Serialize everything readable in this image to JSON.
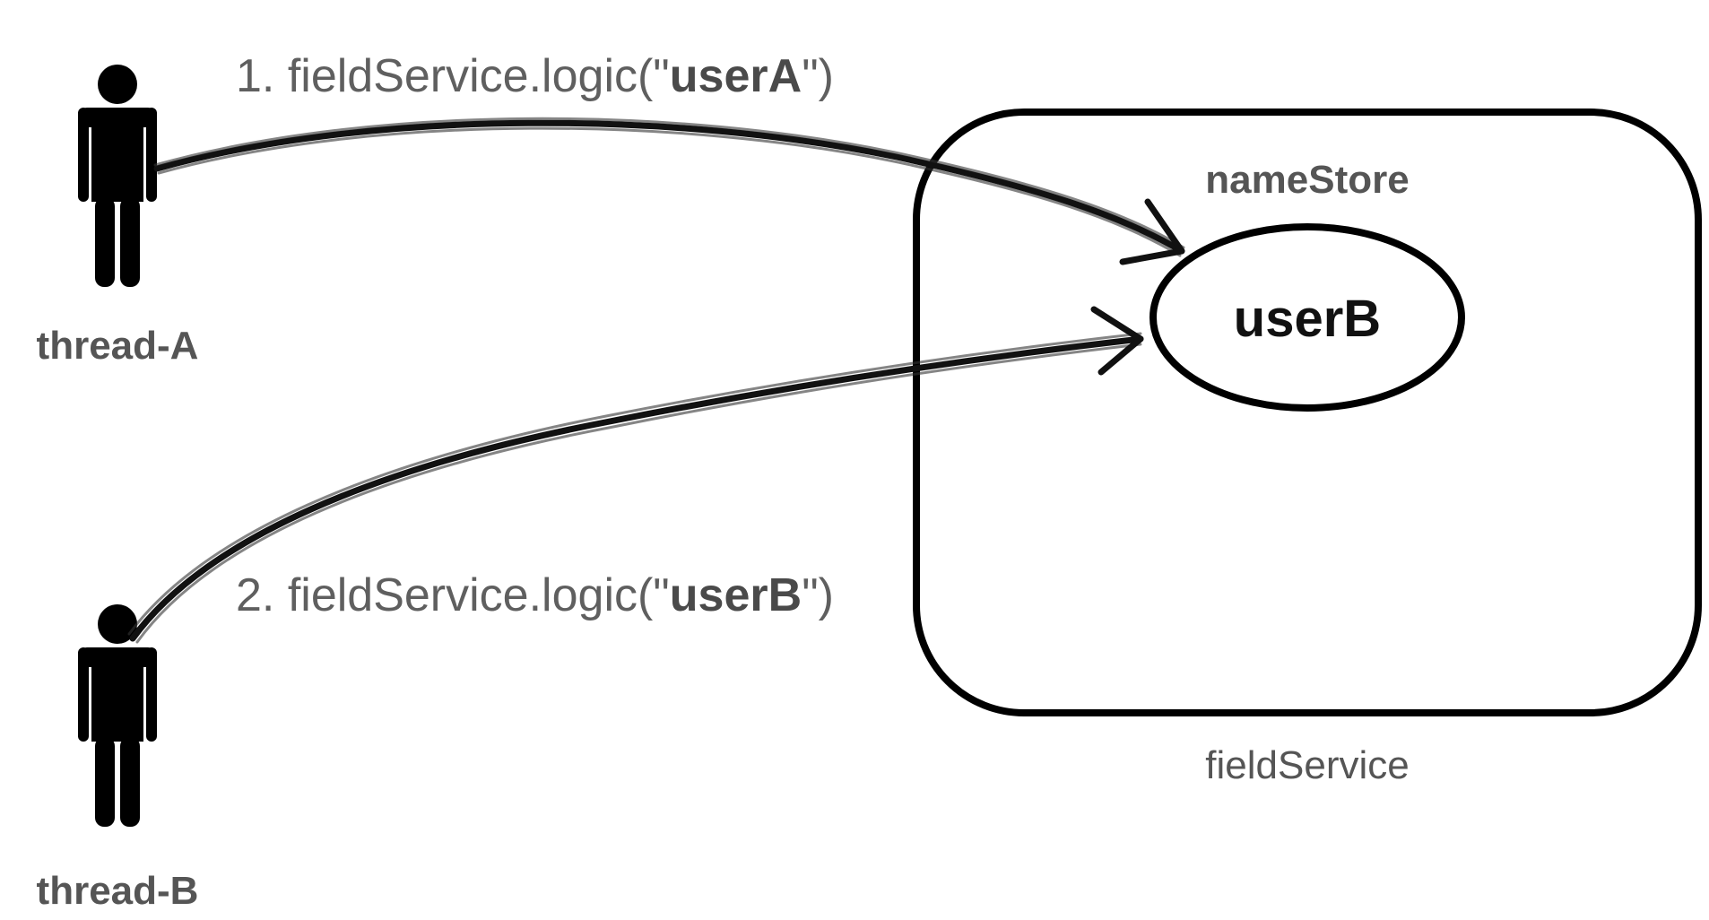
{
  "actors": [
    {
      "id": "a",
      "label": "thread-A"
    },
    {
      "id": "b",
      "label": "thread-B"
    }
  ],
  "calls": [
    {
      "prefix": "1. fieldService.logic(\"",
      "arg": "userA",
      "suffix": "\")"
    },
    {
      "prefix": "2. fieldService.logic(\"",
      "arg": "userB",
      "suffix": "\")"
    }
  ],
  "service": {
    "label": "fieldService",
    "store_label": "nameStore",
    "store_value": "userB"
  },
  "icons": {
    "actor": "person-icon"
  }
}
